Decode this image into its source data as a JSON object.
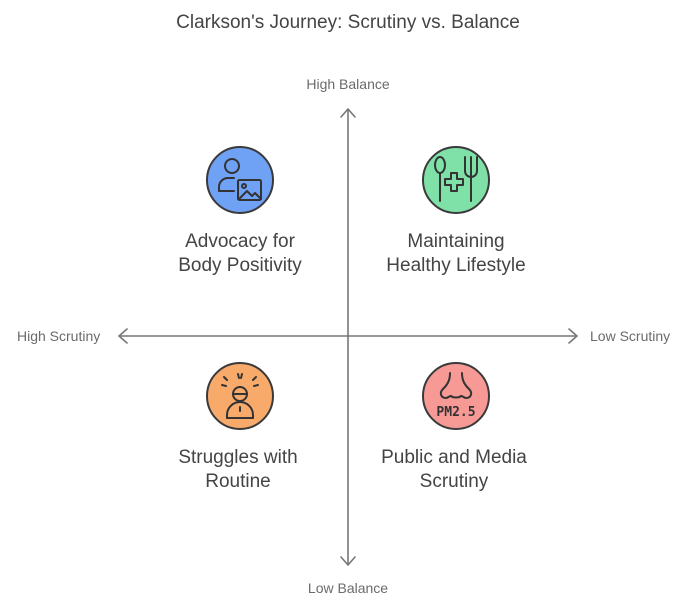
{
  "title": "Clarkson's Journey: Scrutiny vs. Balance",
  "axes": {
    "top": "High Balance",
    "bottom": "Low Balance",
    "left": "High Scrutiny",
    "right": "Low Scrutiny"
  },
  "quadrants": {
    "top_left": {
      "line1": "Advocacy for",
      "line2": "Body Positivity",
      "icon": "person-image-icon",
      "color": "#6fa1f5"
    },
    "top_right": {
      "line1": "Maintaining",
      "line2": "Healthy Lifestyle",
      "icon": "health-food-icon",
      "color": "#7fe0a8"
    },
    "bottom_left": {
      "line1": "Struggles with",
      "line2": "Routine",
      "icon": "stressed-person-icon",
      "color": "#f8aa6b"
    },
    "bottom_right": {
      "line1": "Public and Media",
      "line2": "Scrutiny",
      "icon": "nose-pm25-icon",
      "color": "#f79a96",
      "icon_text": "PM2.5"
    }
  }
}
